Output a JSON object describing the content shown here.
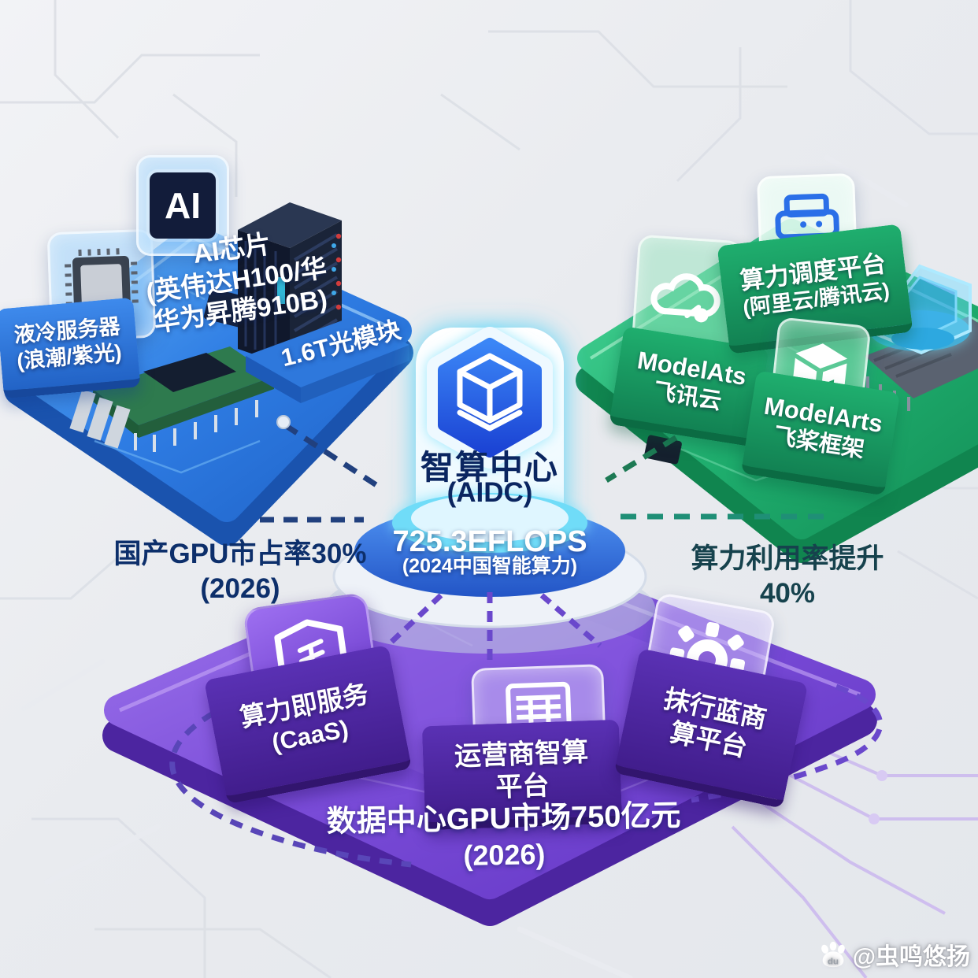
{
  "center_hub": {
    "icon": "stacked-data-cube-icon",
    "title": "智算中心",
    "subtitle": "(AIDC)",
    "stat_value": "725.3EFLOPS",
    "stat_caption": "(2024中国智能算力)",
    "accent_color": "#2f6fe8",
    "glow_color": "#56d6f8"
  },
  "hardware_platform": {
    "theme_color": "#2b7de0",
    "ai_badge_text": "AI",
    "cooled_server_label": {
      "line1": "液冷服务器",
      "line2": "(浪潮/紫光)"
    },
    "ai_chip_label": {
      "line1": "AI芯片",
      "line2": "(英伟达H100/华",
      "line3": "华为昇腾910B)"
    },
    "optical_module_label": "1.6T光模块"
  },
  "cloud_platform": {
    "theme_color": "#23b877",
    "scheduling_label": {
      "line1": "算力调度平台",
      "line2": "(阿里云/腾讯云)"
    },
    "modelats_block": {
      "line1": "ModelAts",
      "line2": "飞讯云"
    },
    "modelarts_block": {
      "line1": "ModelArts",
      "line2": "飞桨框架"
    }
  },
  "service_platform": {
    "theme_color": "#7a4fd8",
    "caas_block": {
      "line1": "算力即服务",
      "line2": "(CaaS)"
    },
    "operator_block": {
      "line1": "运营商智算",
      "line2": "平台"
    },
    "vendor_block": {
      "line1": "抹行蓝商",
      "line2": "算平台"
    },
    "market_label": {
      "line1": "数据中心GPU市场750亿元",
      "line2": "(2026)"
    }
  },
  "stats": {
    "domestic_gpu_share": {
      "line1": "国产GPU市占率30%",
      "line2": "(2026)"
    },
    "utilization": {
      "line1": "算力利用率提升",
      "line2": "40%"
    }
  },
  "watermark": {
    "handle": "@虫鸣悠扬",
    "icon": "baidu-paw-icon"
  }
}
